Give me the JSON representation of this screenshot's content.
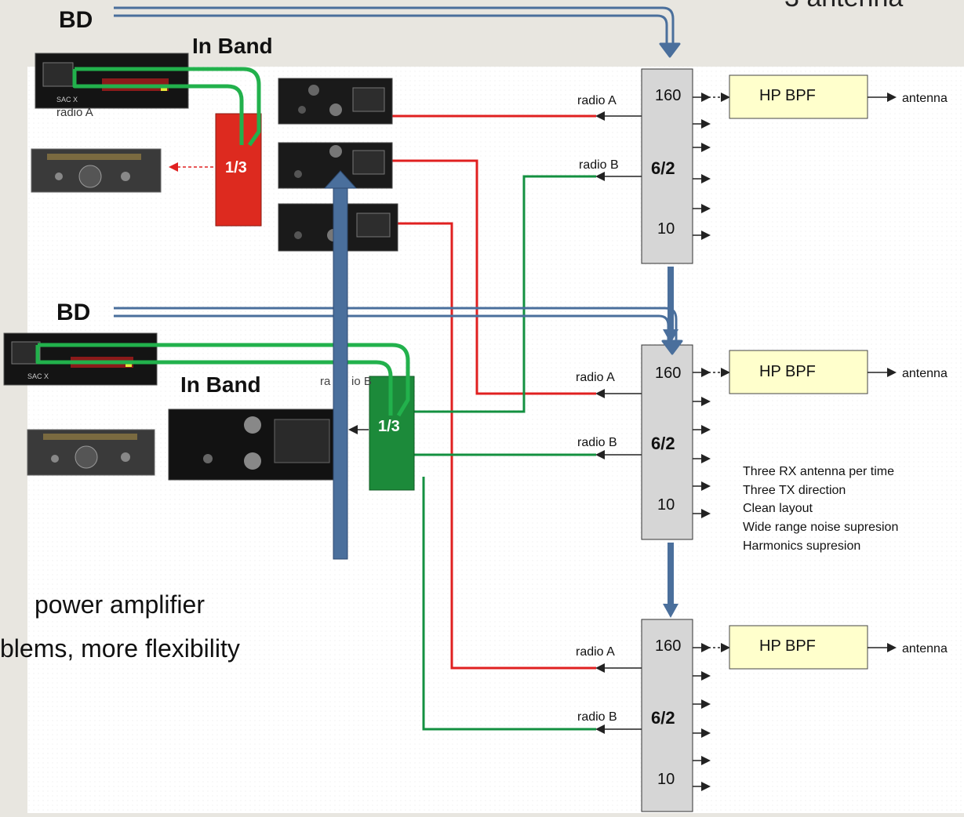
{
  "labels": {
    "bd": "BD",
    "in_band": "In Band",
    "title_fragment": "3 antenna",
    "radio_a_top": "radio A",
    "radio_b_fragment": "ra",
    "radio_b_fragment2": "io B",
    "splitter": "1/3"
  },
  "switch_box": {
    "top": "160",
    "middle": "6/2",
    "bottom": "10",
    "radio_a": "radio A",
    "radio_b": "radio B"
  },
  "filter": {
    "label": "HP BPF",
    "output": "antenna"
  },
  "caption": {
    "line1": "power amplifier",
    "line2": "blems, more flexibility"
  },
  "features": [
    "Three RX antenna per time",
    "Three TX direction",
    "Clean layout",
    "Wide range noise supresion",
    "Harmonics supresion"
  ],
  "device": {
    "sacx_logo": "SAC X"
  },
  "colors": {
    "page_bg": "#e8e6e0",
    "diagram_bg": "#ffffff",
    "bd_arrow": "#4a6f9c",
    "in_band_line": "#22b14c",
    "red_line": "#e02020",
    "green_line": "#139040",
    "switch_box": "#d6d6d6",
    "filter_box": "#ffffcc",
    "splitter_red": "#dd2a1f",
    "splitter_green": "#1c8a3a"
  }
}
